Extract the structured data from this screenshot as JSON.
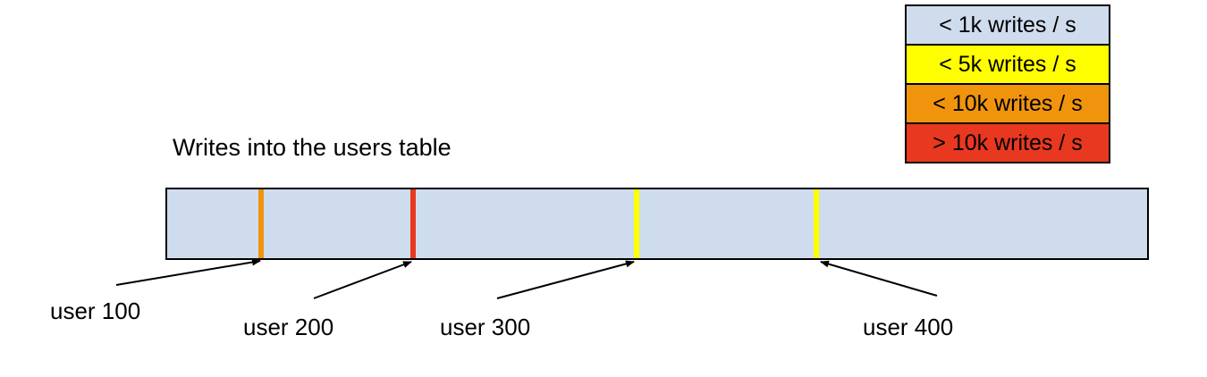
{
  "title": "Writes into the users table",
  "legend": {
    "items": [
      {
        "label": "< 1k writes / s",
        "color": "#cfdcee"
      },
      {
        "label": "< 5k writes / s",
        "color": "#ffff00"
      },
      {
        "label": "< 10k writes / s",
        "color": "#f0940e"
      },
      {
        "label": "> 10k writes / s",
        "color": "#e8381f"
      }
    ]
  },
  "table_bar": {
    "fill_color": "#cfdcee",
    "markers": [
      {
        "label": "user 100",
        "color": "#f0940e",
        "category": "< 10k writes / s"
      },
      {
        "label": "user 200",
        "color": "#e8381f",
        "category": "> 10k writes / s"
      },
      {
        "label": "user 300",
        "color": "#ffff00",
        "category": "< 5k writes / s"
      },
      {
        "label": "user 400",
        "color": "#ffff00",
        "category": "< 5k writes / s"
      }
    ]
  }
}
